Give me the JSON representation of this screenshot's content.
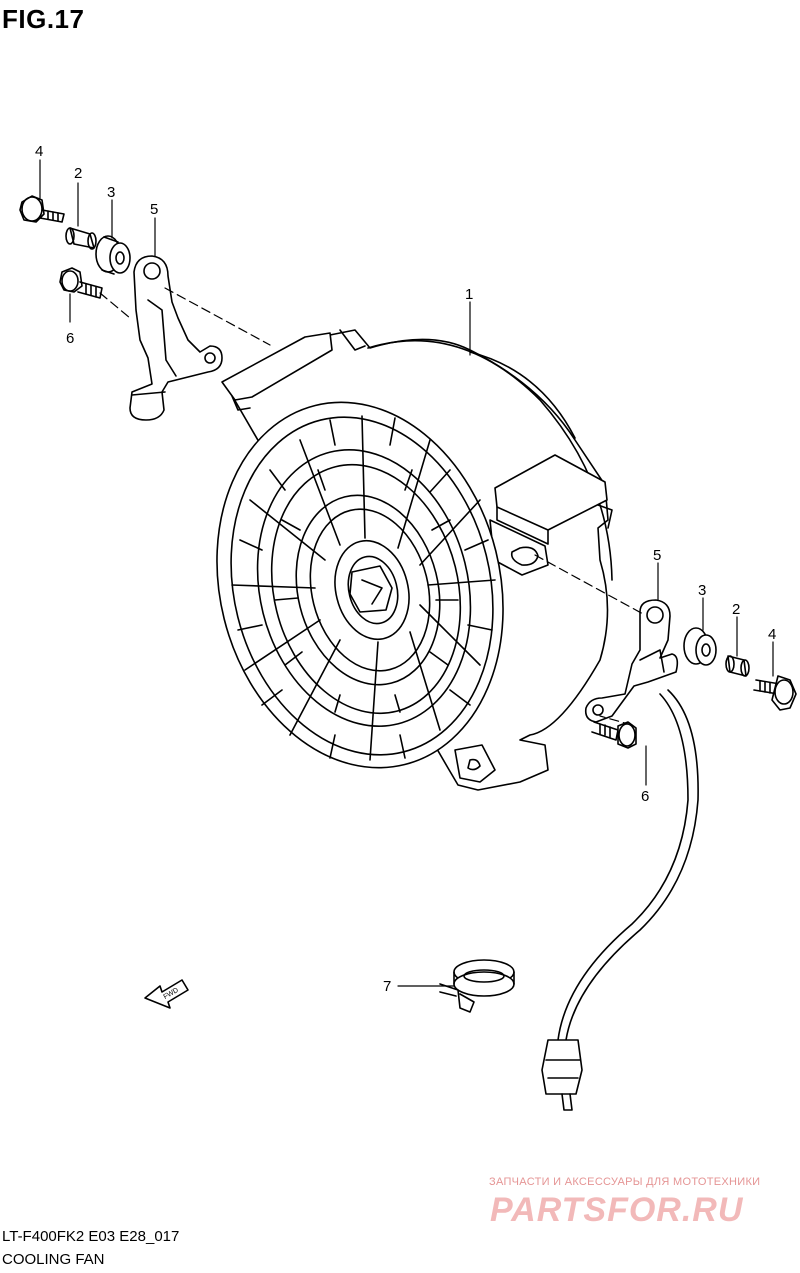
{
  "figure": {
    "title": "FIG.17",
    "model_code": "LT-F400FK2 E03 E28_017",
    "name": "COOLING FAN"
  },
  "callouts": [
    {
      "id": "c1",
      "label": "1"
    },
    {
      "id": "c2a",
      "label": "2"
    },
    {
      "id": "c3a",
      "label": "3"
    },
    {
      "id": "c4a",
      "label": "4"
    },
    {
      "id": "c5a",
      "label": "5"
    },
    {
      "id": "c6a",
      "label": "6"
    },
    {
      "id": "c5b",
      "label": "5"
    },
    {
      "id": "c3b",
      "label": "3"
    },
    {
      "id": "c2b",
      "label": "2"
    },
    {
      "id": "c4b",
      "label": "4"
    },
    {
      "id": "c6b",
      "label": "6"
    },
    {
      "id": "c7",
      "label": "7"
    }
  ],
  "direction_marker": {
    "label": "FWD"
  },
  "watermark": {
    "tagline": "ЗАПЧАСТИ И АКСЕССУАРЫ ДЛЯ МОТОТЕХНИКИ",
    "logo": "PARTSFOR.RU"
  }
}
